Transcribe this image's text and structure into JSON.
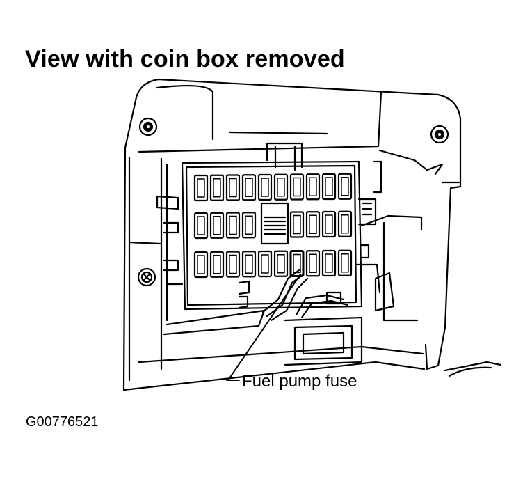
{
  "title": "View with coin box removed",
  "callout_label": "Fuel pump fuse",
  "figure_id": "G00776521",
  "colors": {
    "line": "#000000",
    "background": "#ffffff"
  },
  "fuse_rows": [
    {
      "count": 10,
      "highlight_index": null
    },
    {
      "count": 10,
      "highlight_index": null
    },
    {
      "count": 10,
      "highlight_index": 6
    }
  ]
}
